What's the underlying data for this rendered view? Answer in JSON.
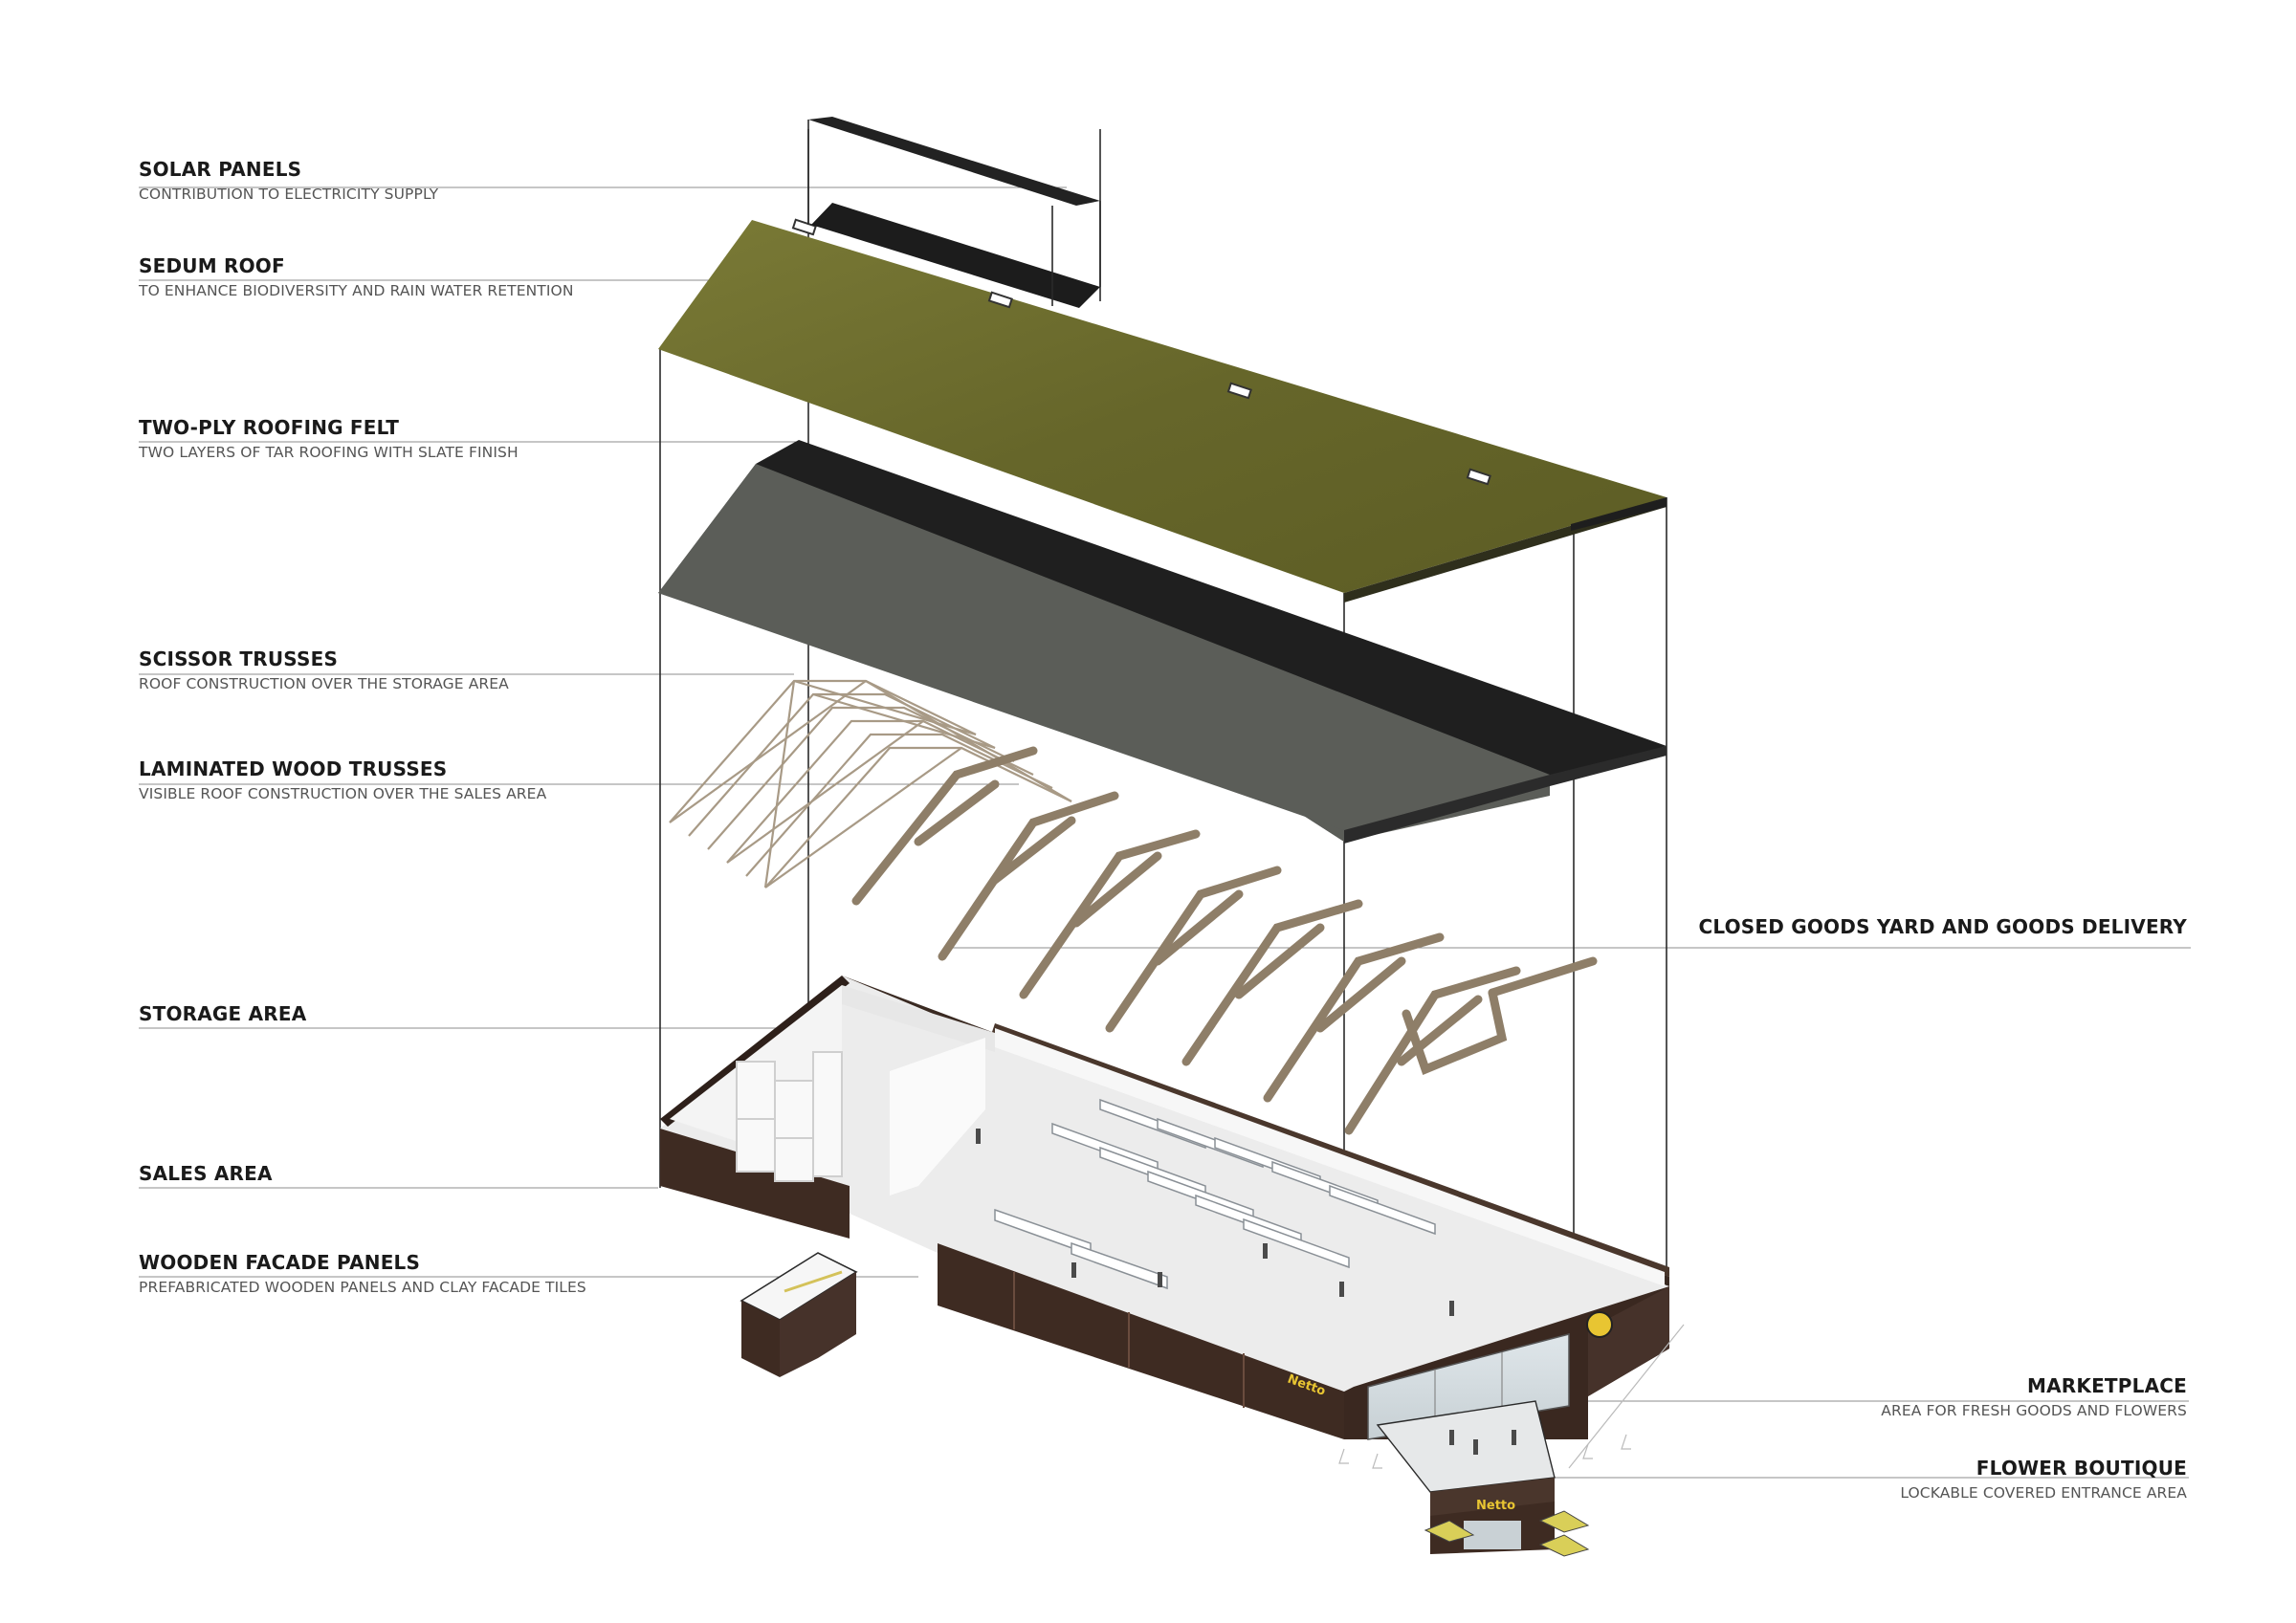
{
  "labels": [
    {
      "key": "solar",
      "title": "SOLAR PANELS",
      "sub": "CONTRIBUTION TO  ELECTRICITY SUPPLY"
    },
    {
      "key": "sedum",
      "title": "SEDUM ROOF",
      "sub": "TO ENHANCE BIODIVERSITY AND RAIN WATER RETENTION"
    },
    {
      "key": "felt",
      "title": "TWO-PLY ROOFING FELT",
      "sub": "TWO LAYERS OF TAR ROOFING WITH SLATE FINISH"
    },
    {
      "key": "scissor",
      "title": "SCISSOR TRUSSES",
      "sub": "ROOF CONSTRUCTION OVER THE STORAGE AREA"
    },
    {
      "key": "laminated",
      "title": "LAMINATED WOOD TRUSSES",
      "sub": "VISIBLE ROOF CONSTRUCTION OVER THE SALES AREA"
    },
    {
      "key": "storage",
      "title": "STORAGE AREA",
      "sub": ""
    },
    {
      "key": "sales",
      "title": "SALES AREA",
      "sub": ""
    },
    {
      "key": "facade",
      "title": "WOODEN FACADE PANELS",
      "sub": "PREFABRICATED WOODEN PANELS AND CLAY FACADE TILES"
    },
    {
      "key": "goods",
      "title": "CLOSED GOODS YARD AND GOODS DELIVERY",
      "sub": ""
    },
    {
      "key": "market",
      "title": "MARKETPLACE",
      "sub": "AREA FOR FRESH GOODS AND FLOWERS"
    },
    {
      "key": "flower",
      "title": "FLOWER BOUTIQUE",
      "sub": "LOCKABLE COVERED ENTRANCE AREA"
    }
  ],
  "signs": {
    "facade_sign": "Netto",
    "entrance_sign": "Netto"
  },
  "colors": {
    "sedum": "#6b6a2e",
    "felt_top": "#1f1f1f",
    "felt_side": "#5b5d58",
    "solar": "#222222",
    "wood": "#9a8a74",
    "brick": "#3e2b22",
    "interior": "#f2f2f2",
    "sign": "#e8c532"
  }
}
